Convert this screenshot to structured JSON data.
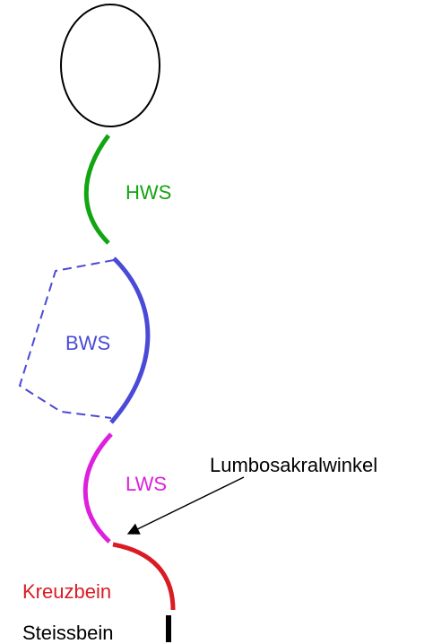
{
  "colors": {
    "head": "#000000",
    "hws": "#12a512",
    "bws": "#4a4ad8",
    "lws": "#de1fde",
    "kreuzbein": "#d91c24",
    "steissbein": "#000000",
    "annotation": "#000000"
  },
  "labels": {
    "hws": "HWS",
    "bws": "BWS",
    "lws": "LWS",
    "kreuzbein": "Kreuzbein",
    "steissbein": "Steissbein",
    "lumbosakralwinkel": "Lumbosakralwinkel"
  }
}
